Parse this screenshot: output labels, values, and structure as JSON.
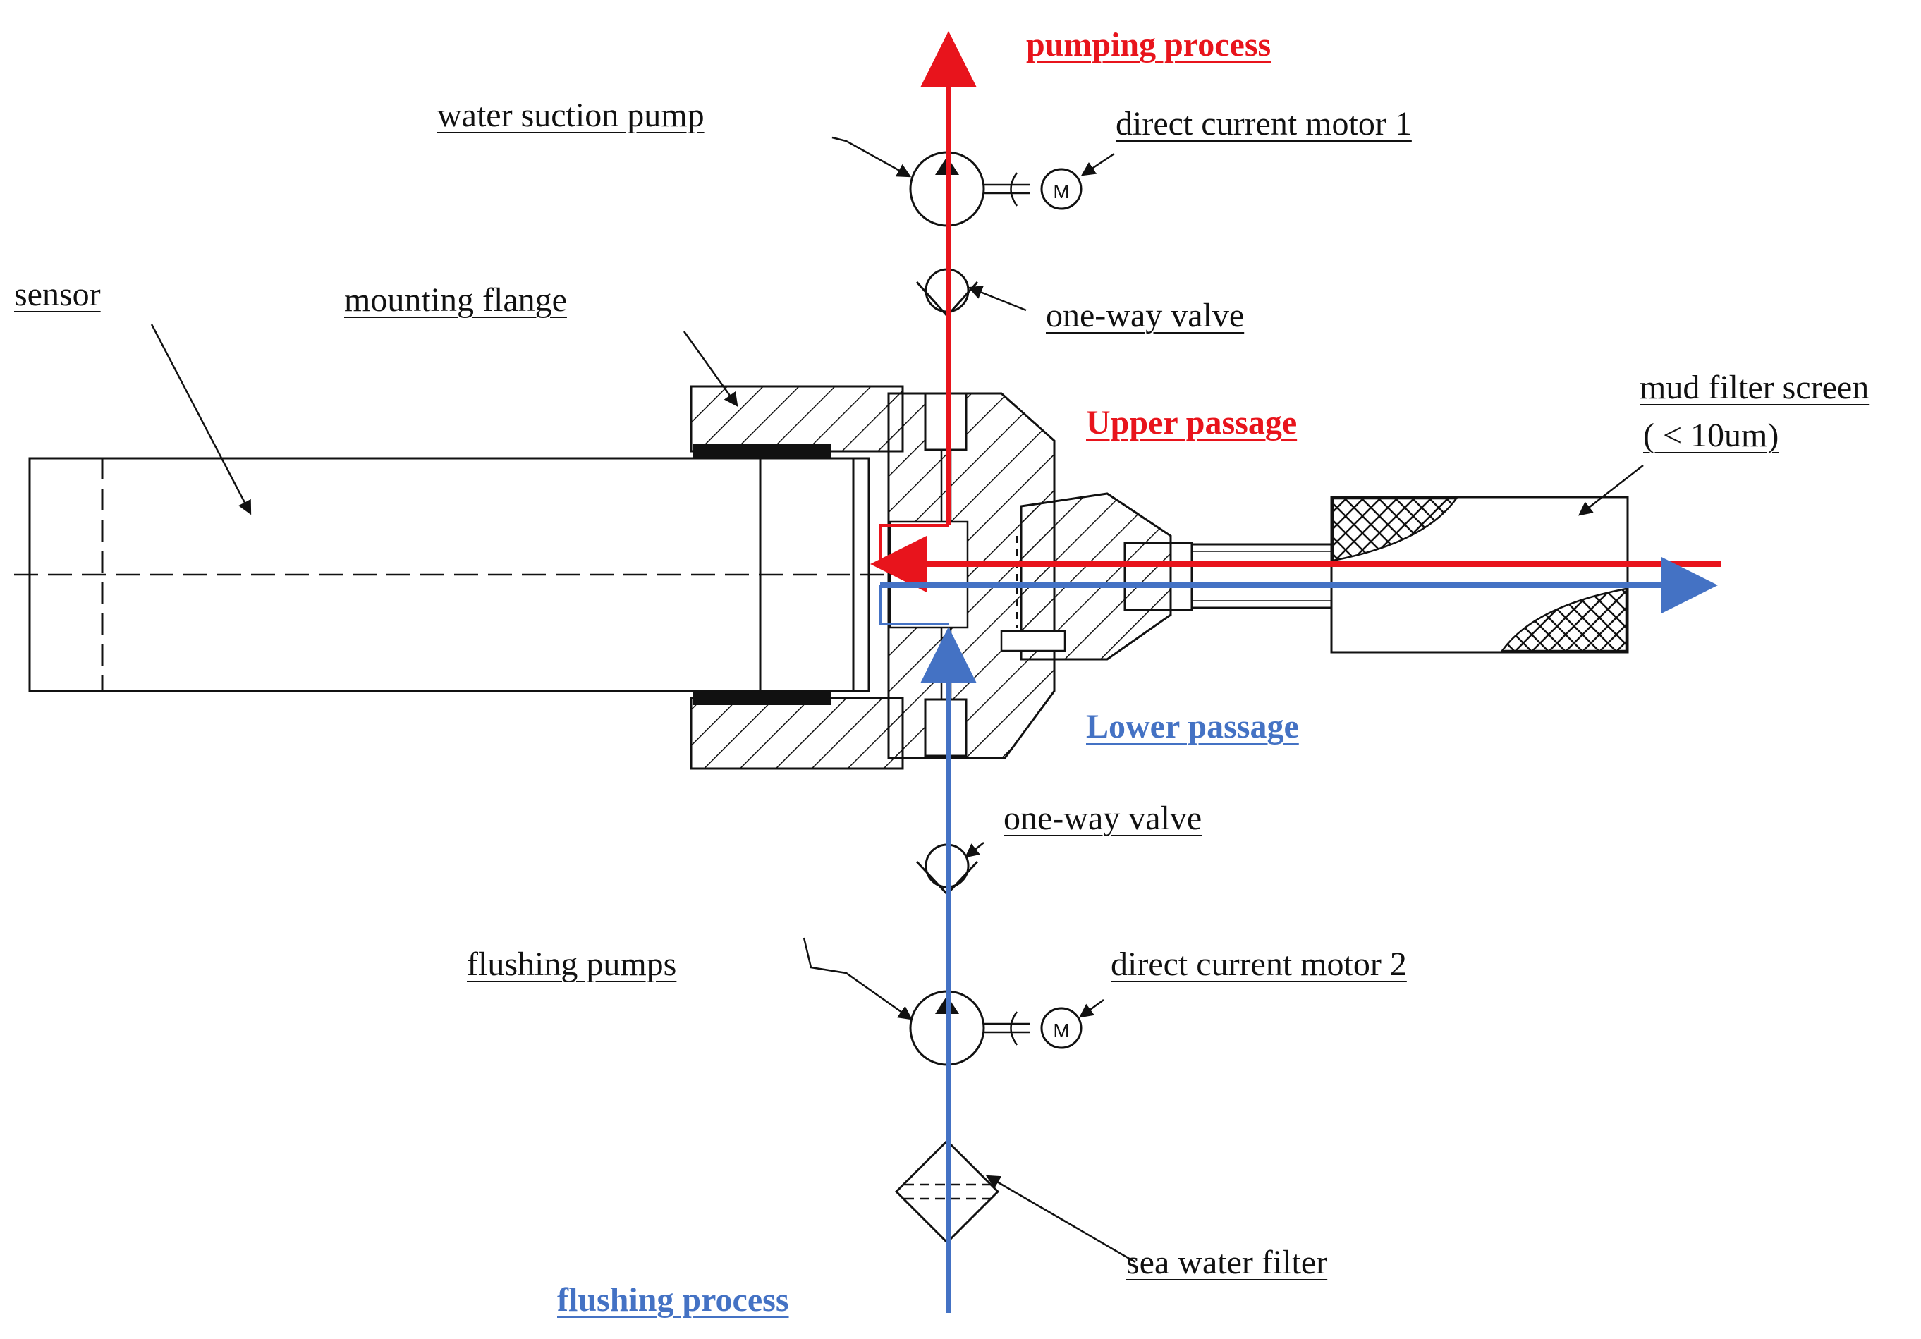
{
  "labels": {
    "pumping_process": "pumping process",
    "water_suction_pump": "water suction pump",
    "dc_motor_1": "direct current motor 1",
    "sensor": "sensor",
    "mounting_flange": "mounting flange",
    "one_way_valve_top": "one-way valve",
    "upper_passage": "Upper passage",
    "mud_filter_screen": "mud filter screen",
    "mud_filter_spec": "( < 10um)",
    "lower_passage": "Lower passage",
    "one_way_valve_bottom": "one-way valve",
    "flushing_pumps": "flushing pumps",
    "dc_motor_2": "direct current motor 2",
    "sea_water_filter": "sea water filter",
    "flushing_process": "flushing process",
    "motor_symbol": "M"
  },
  "colors": {
    "pumping_flow": "#e8141c",
    "flushing_flow": "#4472c4",
    "line": "#111111"
  }
}
